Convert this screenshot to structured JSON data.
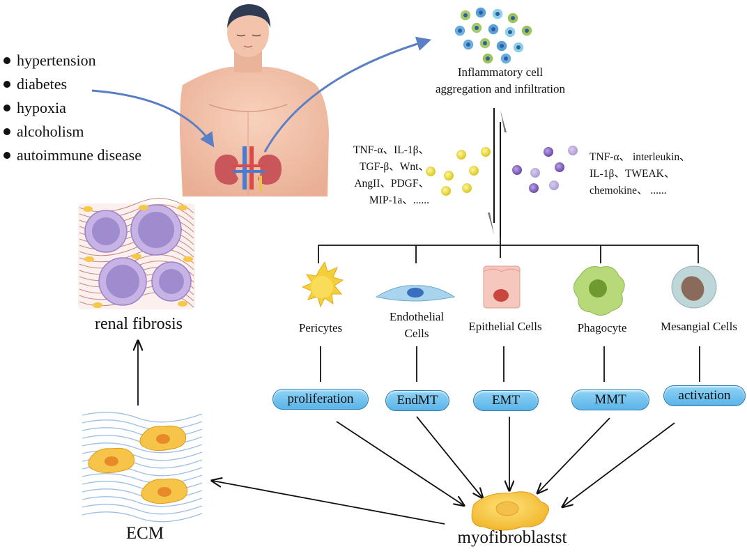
{
  "risk_factors": [
    "hypertension",
    "diabetes",
    "hypoxia",
    "alcoholism",
    "autoimmune disease"
  ],
  "inflammation": {
    "line1": "Inflammatory cell",
    "line2": "aggregation and infiltration"
  },
  "left_mediators": [
    "TNF-α、IL-1β、",
    "TGF-β、Wnt、",
    "AngII、PDGF、",
    "MIP-1a、......"
  ],
  "right_mediators": [
    "TNF-α、 interleukin、",
    "IL-1β、TWEAK、",
    "chemokine、 ......"
  ],
  "cells": [
    {
      "line1": "Pericytes",
      "line2": "",
      "process": "proliferation"
    },
    {
      "line1": "Endothelial",
      "line2": "Cells",
      "process": "EndMT"
    },
    {
      "line1": "Epithelial Cells",
      "line2": "",
      "process": "EMT"
    },
    {
      "line1": "Phagocyte",
      "line2": "",
      "process": "MMT"
    },
    {
      "line1": "Mesangial Cells",
      "line2": "",
      "process": "activation"
    }
  ],
  "outcomes": {
    "renal_fibrosis": "renal fibrosis",
    "ecm": "ECM",
    "myofibroblast": "myofibroblastst"
  },
  "colors": {
    "flow_arrow": "#5a7fc4",
    "arrow": "#111111",
    "pill_fill": "#7cc8f1",
    "pill_border": "#2f7fb5",
    "yellow_cell": "#e9e35a",
    "purple_cell": "#8b6cc4"
  }
}
